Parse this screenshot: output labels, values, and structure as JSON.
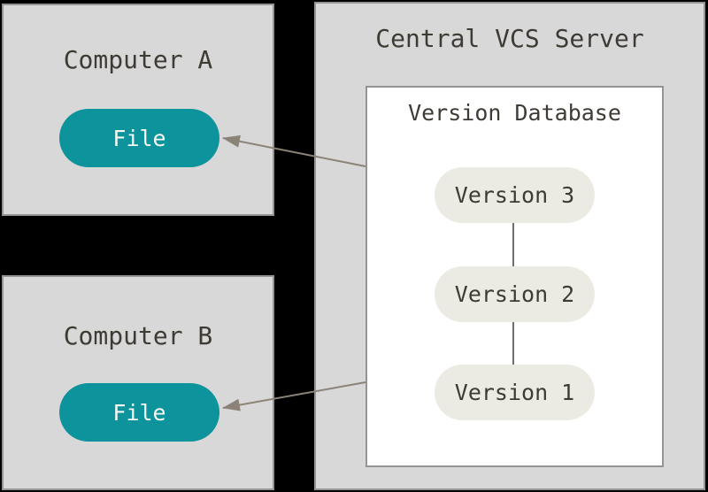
{
  "computer_a": {
    "title": "Computer A",
    "file_label": "File"
  },
  "computer_b": {
    "title": "Computer B",
    "file_label": "File"
  },
  "server": {
    "title": "Central VCS Server",
    "database": {
      "title": "Version Database",
      "versions": [
        "Version 3",
        "Version 2",
        "Version 1"
      ]
    }
  },
  "colors": {
    "page_background": "#000000",
    "box_fill": "#d8d8d8",
    "box_border": "#949494",
    "panel_fill": "#ffffff",
    "file_pill_fill": "#0d939c",
    "file_pill_text": "#f7f7f4",
    "version_pill_fill": "#ecebe3",
    "dark_text": "#3e3a34",
    "connector_line": "#6e6e6e",
    "arrow": "#8b8278"
  }
}
